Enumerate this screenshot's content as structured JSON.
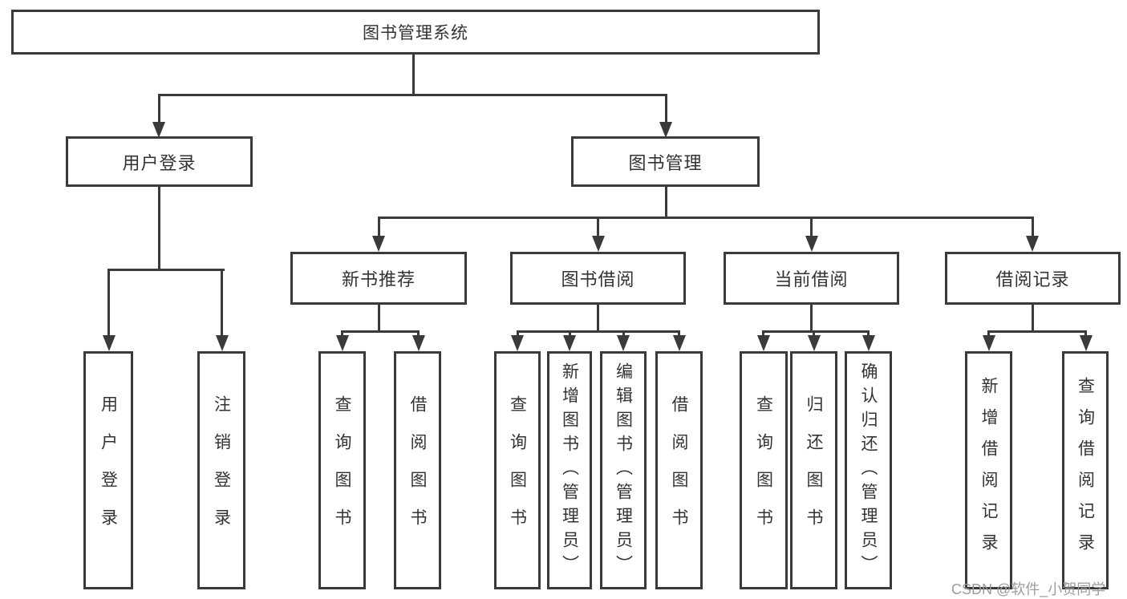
{
  "nodes": {
    "root": "图书管理系统",
    "user_login": "用户登录",
    "book_mgmt": "图书管理",
    "new_books": "新书推荐",
    "book_borrow": "图书借阅",
    "current_borrow": "当前借阅",
    "borrow_records": "借阅记录",
    "leaf_user_login": "用户登录",
    "leaf_logout": "注销登录",
    "leaf_newbooks_query": "查询图书",
    "leaf_newbooks_borrow": "借阅图书",
    "leaf_borrow_query": "查询图书",
    "leaf_borrow_add": "新增图书（管理员）",
    "leaf_borrow_edit": "编辑图书（管理员）",
    "leaf_borrow_borrow": "借阅图书",
    "leaf_current_query": "查询图书",
    "leaf_current_return": "归还图书",
    "leaf_current_confirm": "确认归还（管理员）",
    "leaf_records_add": "新增借阅记录",
    "leaf_records_query": "查询借阅记录"
  },
  "watermark": "CSDN @软件_小贺同学",
  "colors": {
    "line": "#3a3a3a",
    "text": "#333333",
    "background": "#ffffff",
    "watermark": "#9c9c9c"
  }
}
